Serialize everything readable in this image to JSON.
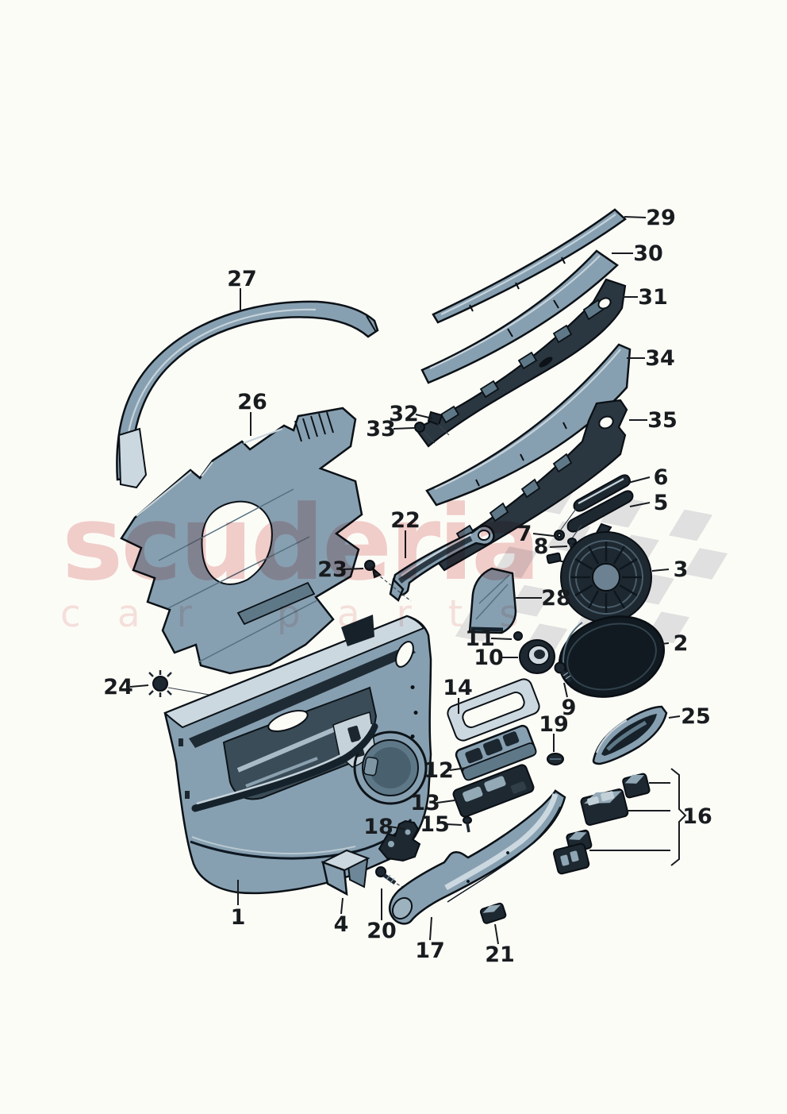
{
  "watermark": {
    "brand": "scuderia",
    "tagline": "car parts",
    "brand_color": "#eaa9a9",
    "tagline_color": "#f2cfcf"
  },
  "palette": {
    "background": "#fcfcf7",
    "part_fill": "#87a0b1",
    "part_light": "#ccd8e0",
    "part_mid": "#5e7888",
    "part_dark": "#1d2831",
    "outline": "#0b1116",
    "label_color": "#181c1f",
    "flag_gray": "#dcdcdc"
  },
  "callouts": {
    "c1": {
      "label": "1"
    },
    "c2": {
      "label": "2"
    },
    "c3": {
      "label": "3"
    },
    "c4": {
      "label": "4"
    },
    "c5": {
      "label": "5"
    },
    "c6": {
      "label": "6"
    },
    "c7": {
      "label": "7"
    },
    "c8": {
      "label": "8"
    },
    "c9": {
      "label": "9"
    },
    "c10": {
      "label": "10"
    },
    "c11": {
      "label": "11"
    },
    "c12": {
      "label": "12"
    },
    "c13": {
      "label": "13"
    },
    "c14": {
      "label": "14"
    },
    "c15": {
      "label": "15"
    },
    "c16": {
      "label": "16"
    },
    "c17": {
      "label": "17"
    },
    "c18": {
      "label": "18"
    },
    "c19": {
      "label": "19"
    },
    "c20": {
      "label": "20"
    },
    "c21": {
      "label": "21"
    },
    "c22": {
      "label": "22"
    },
    "c23": {
      "label": "23"
    },
    "c24": {
      "label": "24"
    },
    "c25": {
      "label": "25"
    },
    "c26": {
      "label": "26"
    },
    "c27": {
      "label": "27"
    },
    "c28": {
      "label": "28"
    },
    "c29": {
      "label": "29"
    },
    "c30": {
      "label": "30"
    },
    "c31": {
      "label": "31"
    },
    "c32": {
      "label": "32"
    },
    "c33": {
      "label": "33"
    },
    "c34": {
      "label": "34"
    },
    "c35": {
      "label": "35"
    }
  }
}
